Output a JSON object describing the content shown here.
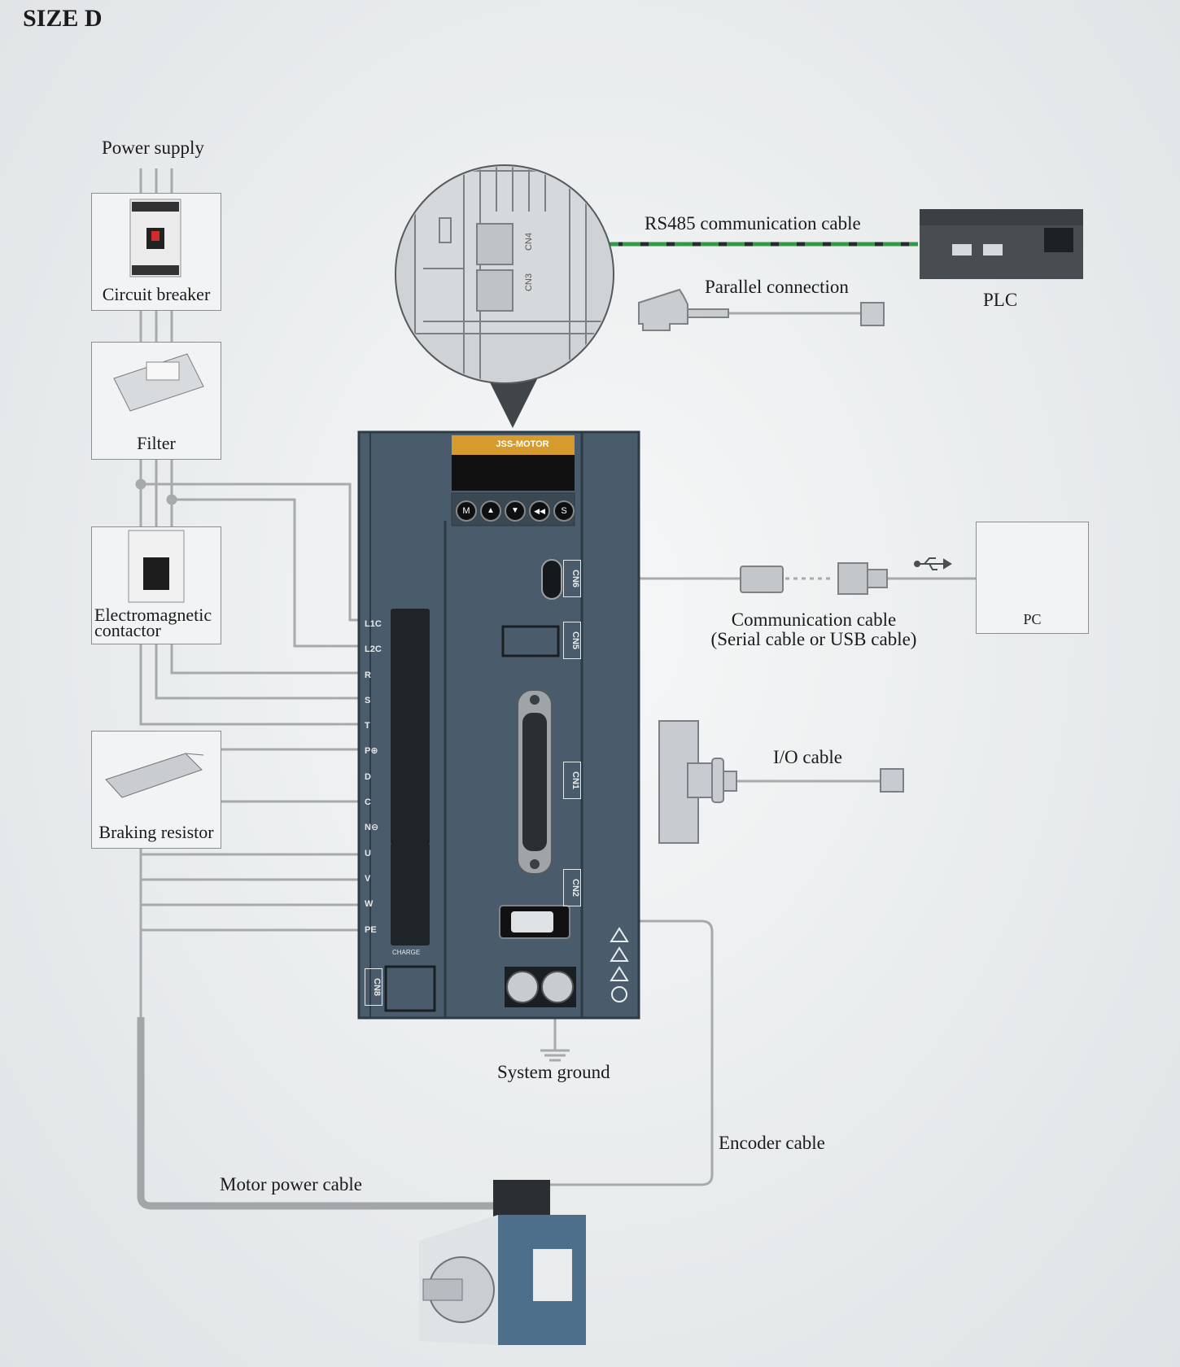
{
  "title": "SIZE D",
  "labels": {
    "power_supply": "Power supply",
    "circuit_breaker": "Circuit breaker",
    "filter": "Filter",
    "contactor_line1": "Electromagnetic",
    "contactor_line2": "contactor",
    "braking_resistor": "Braking resistor",
    "rs485": "RS485 communication cable",
    "parallel": "Parallel connection",
    "plc": "PLC",
    "comm_line1": "Communication cable",
    "comm_line2": "(Serial cable or USB cable)",
    "pc": "PC",
    "io_cable": "I/O cable",
    "system_ground": "System ground",
    "encoder_cable": "Encoder cable",
    "motor_power_cable": "Motor power cable"
  },
  "drive": {
    "brand": "JSS-MOTOR",
    "buttons": [
      "M",
      "▲",
      "▼",
      "◀◀",
      "S"
    ],
    "terminals": [
      "L1C",
      "L2C",
      "R",
      "S",
      "T",
      "P⊕",
      "D",
      "C",
      "N⊖",
      "U",
      "V",
      "W",
      "PE"
    ],
    "ports": [
      "CN6",
      "CN5",
      "CN1",
      "CN2",
      "CN8"
    ],
    "charge": "CHARGE"
  },
  "zoom": {
    "ports": [
      "CN3",
      "CN4"
    ]
  },
  "colors": {
    "drive_body": "#4a5c6b",
    "drive_dark": "#2e3a44",
    "brand_bar": "#d79a2c",
    "wire": "#a7aaad",
    "rs485_green": "#2f9a45",
    "motor_blue": "#4d6f8c"
  }
}
